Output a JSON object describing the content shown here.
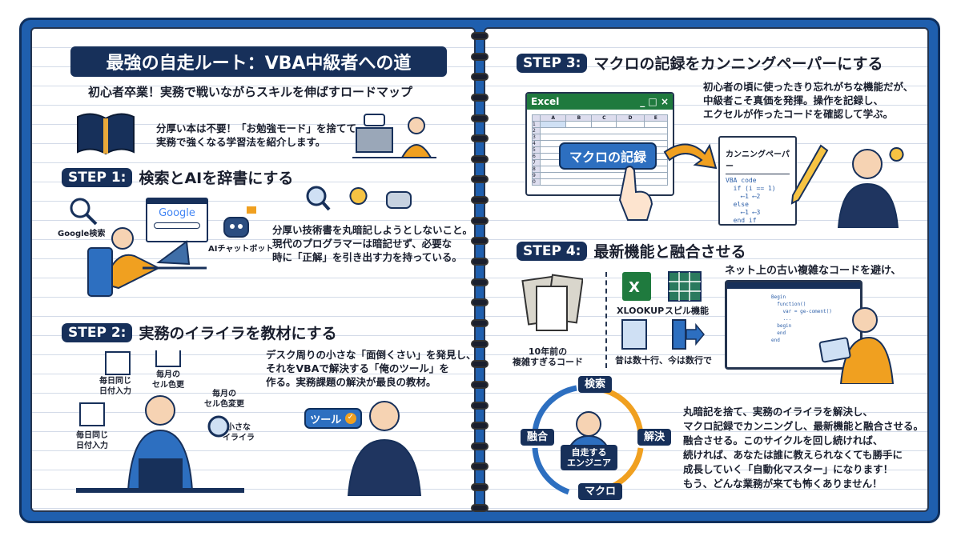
{
  "title": "最強の自走ルート：VBA中級者への道",
  "subtitle": "初心者卒業！実務で戦いながらスキルを伸ばすロードマップ",
  "intro": [
    "分厚い本は不要！「お勉強モード」を捨てて",
    "実務で強くなる学習法を紹介します。"
  ],
  "step1": {
    "badge": "STEP 1:",
    "heading": "検索とAIを辞書にする",
    "labels": {
      "google_search": "Google検索",
      "google_logo": "Google",
      "ai_chatbot": "AIチャットボット"
    },
    "text": [
      "分厚い技術書を丸暗記しようとしないこと。",
      "現代のプログラマーは暗記せず、必要な",
      "時に「正解」を引き出す力を持っている。"
    ]
  },
  "step2": {
    "badge": "STEP 2:",
    "heading": "実務のイライラを教材にする",
    "labels": [
      "毎日同じ\n日付入力",
      "毎月の\nセル色更",
      "毎月の\nセル色変更",
      "毎日同じ\n日付入力",
      "小さな\nイライラ"
    ],
    "tool_button": "ツール",
    "text": [
      "デスク周りの小さな「面倒くさい」を発見し、",
      "それをVBAで解決する「俺のツール」を",
      "作る。実務課題の解決が最良の教材。"
    ]
  },
  "step3": {
    "badge": "STEP 3:",
    "heading": "マクロの記録をカンニングペーパーにする",
    "excel": {
      "title": "Excel",
      "controls": "_ □ ×",
      "columns": [
        "A",
        "B",
        "C",
        "D",
        "E"
      ],
      "rows": [
        "1",
        "2",
        "3",
        "4",
        "5",
        "6",
        "7",
        "8",
        "9",
        "0"
      ]
    },
    "macro_button": "マクロの記録",
    "cheat_title": "カンニングペーパー",
    "code": [
      "VBA code",
      "  if (i == 1)",
      "    ⟵1 ⟵2",
      "  else",
      "    ⟵1 ⟵3",
      "  end if"
    ],
    "text": [
      "初心者の頃に使ったきり忘れがちな機能だが、",
      "中級者こそ真価を発揮。操作を記録し、",
      "エクセルが作ったコードを確認して学ぶ。"
    ]
  },
  "step4": {
    "badge": "STEP 4:",
    "heading": "最新機能と融合させる",
    "old_code": "10年前の\n複雑すぎるコード",
    "xlookup": "XLOOKUP",
    "spill": "スピル機能",
    "lines": "昔は数十行、今は数行で",
    "net_text": "ネット上の古い複雑なコードを避け、",
    "code": [
      "Begin",
      "  function()",
      "    var = ge-coment()",
      "    ...",
      "  begin",
      "  end",
      "end"
    ],
    "cycle": {
      "top": "検索",
      "right": "解決",
      "bottom": "マクロ",
      "left": "融合",
      "center": "自走する\nエンジニア"
    },
    "text": [
      "丸暗記を捨て、実務のイライラを解決し、",
      "マクロ記録でカンニングし、最新機能と融合させる。",
      "融合させる。このサイクルを回し続ければ、",
      "続ければ、あなたは誰に教えられなくても勝手に",
      "成長していく「自動化マスター」になります！",
      "もう、どんな業務が来ても怖くありません！"
    ]
  },
  "colors": {
    "navy": "#17305a",
    "blue": "#2d6fc0",
    "orange": "#f0a020",
    "frame": "#1f5fae"
  }
}
